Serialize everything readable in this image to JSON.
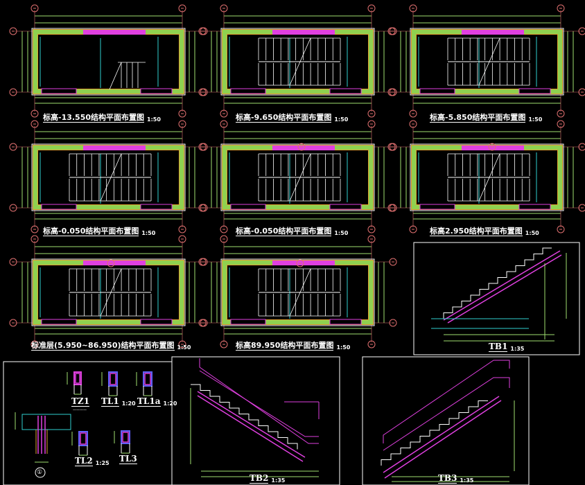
{
  "plans": [
    {
      "title": "标高-13.550结构平面布置图",
      "scale": "1:50",
      "stair": "partial"
    },
    {
      "title": "标高-9.650结构平面布置图",
      "scale": "1:50",
      "stair": "full"
    },
    {
      "title": "标高-5.850结构平面布置图",
      "scale": "1:50",
      "stair": "full"
    },
    {
      "title": "标高-0.050结构平面布置图",
      "scale": "1:50",
      "stair": "full"
    },
    {
      "title": "标高-0.050结构平面布置图",
      "scale": "1:50",
      "stair": "full"
    },
    {
      "title": "标高2.950结构平面布置图",
      "scale": "1:50",
      "stair": "full"
    },
    {
      "title": "标准层(5.950~86.950)结构平面布置图",
      "scale": "1:50",
      "stair": "full"
    },
    {
      "title": "标高89.950结构平面布置图",
      "scale": "1:50",
      "stair": "full"
    }
  ],
  "details": {
    "tz1": {
      "label": "TZ1",
      "scale": "",
      "note": "一一一一"
    },
    "tl1": {
      "label": "TL1",
      "scale": "1:20"
    },
    "tl1a": {
      "label": "TL1a",
      "scale": "1:20"
    },
    "tl2": {
      "label": "TL2",
      "scale": "1:25"
    },
    "tl3": {
      "label": "TL3",
      "scale": ""
    },
    "node1": {
      "label": "①"
    }
  },
  "sections": {
    "tb1": {
      "label": "TB1",
      "scale": "1:35"
    },
    "tb2": {
      "label": "TB2",
      "scale": "1:35"
    },
    "tb3": {
      "label": "TB3",
      "scale": "1:35"
    }
  },
  "colors": {
    "wall": "#8fd14f",
    "wall_edge": "#e0a030",
    "magenta": "#e040e0",
    "cyan": "#30d0d0",
    "dim": "#9fe070",
    "axis": "#e07070",
    "line": "#ffffff"
  }
}
